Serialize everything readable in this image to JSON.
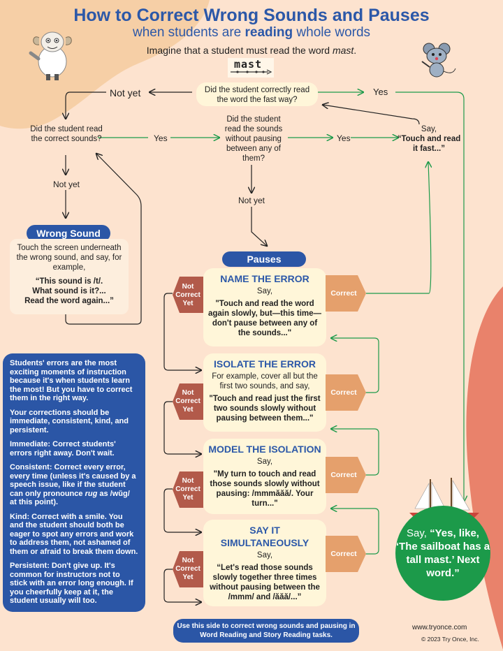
{
  "header": {
    "title": "How to Correct Wrong Sounds and Pauses",
    "subtitle_pre": "when students are ",
    "subtitle_bold": "reading",
    "subtitle_post": " whole words",
    "intro_pre": "Imagine that a student must read the word ",
    "intro_word": "mast",
    "intro_post": ".",
    "word_display": "mast"
  },
  "flow": {
    "q_fast": "Did the student correctly read the word the fast way?",
    "not_yet_1": "Not yet",
    "yes_1": "Yes",
    "q_sounds": "Did the student read the correct sounds?",
    "yes_2": "Yes",
    "q_pausing": "Did the student read the sounds without pausing between any of them?",
    "yes_3": "Yes",
    "say_label": "Say,",
    "touch_fast": "“Touch and read it fast...”",
    "not_yet_2": "Not yet",
    "not_yet_3": "Not yet"
  },
  "wrong_sound": {
    "badge": "Wrong Sound",
    "text": "Touch the screen underneath the wrong sound, and say, for example,",
    "quote_1": "“This sound is /t/.",
    "quote_2": "What sound is it?...",
    "quote_3": "Read the word again...”"
  },
  "pauses": {
    "badge": "Pauses",
    "steps": [
      {
        "title": "NAME THE ERROR",
        "lead": "Say,",
        "body": "\"Touch and read the word again slowly, but—this time—don't pause between any of the sounds...\""
      },
      {
        "title": "ISOLATE THE ERROR",
        "lead": "For example, cover all but the first two sounds, and say,",
        "body": "\"Touch and read just the first two sounds slowly without pausing between them...\""
      },
      {
        "title": "MODEL THE ISOLATION",
        "lead": "Say,",
        "body": "\"My turn to touch and read those sounds slowly without pausing: /mmmăăă/. Your turn...\""
      },
      {
        "title": "SAY IT SIMULTANEOUSLY",
        "lead": "Say,",
        "body": "“Let's read those sounds slowly together three times without pausing between the /mmm/ and /ăăă/...”"
      }
    ],
    "not_correct": [
      "Not",
      "Correct",
      "Yet"
    ],
    "correct": "Correct"
  },
  "sidebar": {
    "p1": "Students' errors are the most exciting moments of instruction because it's when students learn the most! But you have to correct them in the right way.",
    "p2": "Your corrections should be immediate, consistent, kind, and persistent.",
    "p3": "Immediate: Correct students' errors right away. Don't wait.",
    "p4_pre": "Consistent: Correct every error, every time (unless it's caused by a speech issue, like if the student can only pronounce ",
    "p4_word": "rug",
    "p4_post": " as /wŭg/ at this point).",
    "p5": "Kind: Correct with a smile. You and the student should both be eager to spot any errors and work to address them, not ashamed of them or afraid to break them down.",
    "p6": "Persistent: Don't give up. It's common for instructors not to stick with an error long enough. If you cheerfully keep at it, the student usually will too."
  },
  "final": {
    "say": "Say, ",
    "quote": "“Yes, like, ‘The sailboat has a tall mast.’ Next word.”"
  },
  "footer": {
    "note": "Use this side to correct wrong sounds and pausing in Word Reading and Story Reading tasks.",
    "site": "www.tryonce.com",
    "copyright": "© 2023 Try Once, Inc."
  },
  "colors": {
    "background": "#fde3cf",
    "blue": "#2b56a6",
    "green": "#1c9a4a",
    "not_correct": "#b25a4a",
    "correct": "#e5a06c",
    "card": "#fff6d9"
  }
}
